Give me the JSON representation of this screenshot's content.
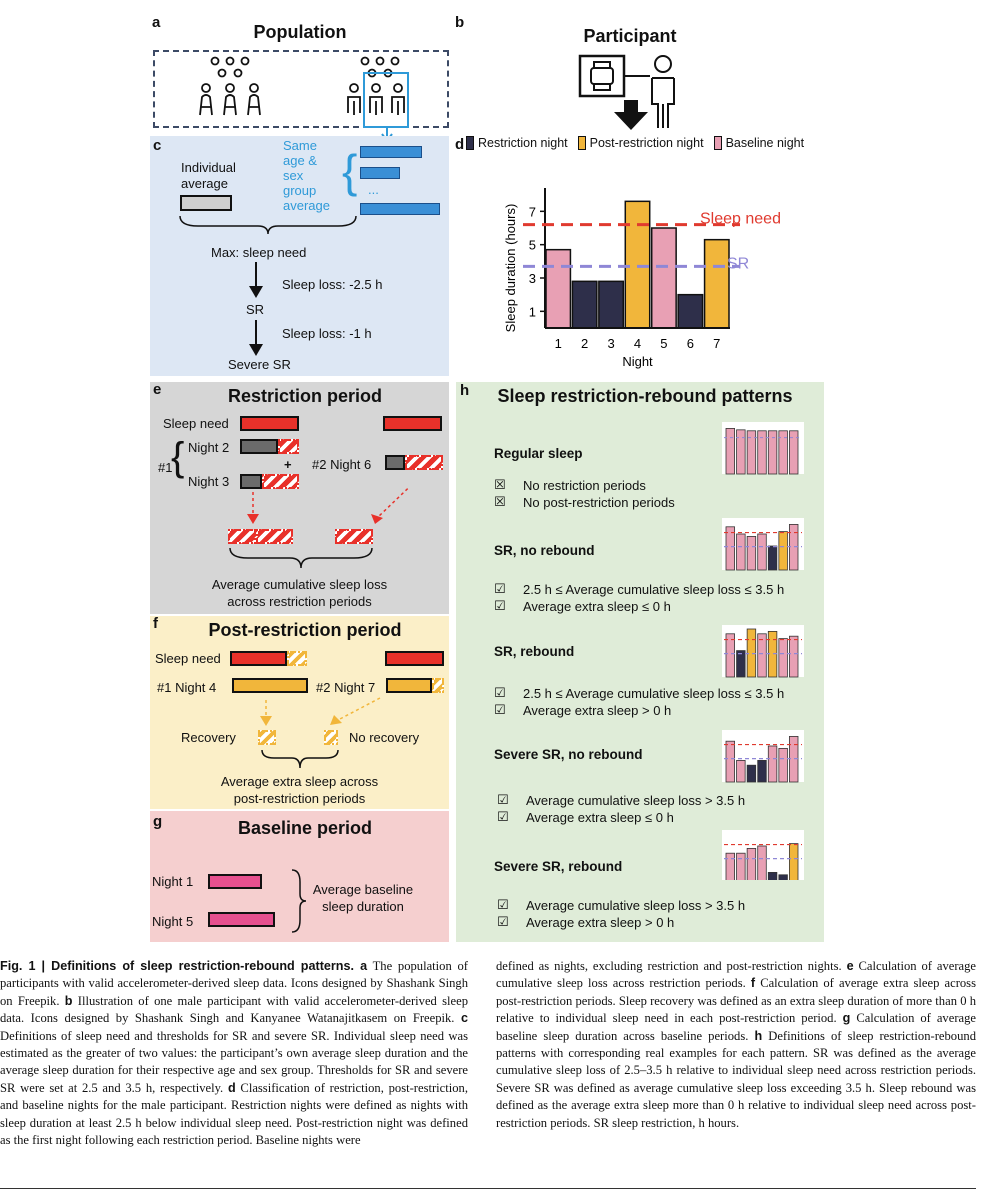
{
  "panels": {
    "a": {
      "letter": "a",
      "title": "Population"
    },
    "b": {
      "letter": "b",
      "title": "Participant"
    },
    "c": {
      "letter": "c",
      "individual": "Individual\naverage",
      "group": "Same\nage &\nsex\ngroup\naverage",
      "ellipsis": "...",
      "max": "Max: sleep need",
      "loss1": "Sleep loss: -2.5 h",
      "sr": "SR",
      "loss2": "Sleep loss: -1 h",
      "severe": "Severe SR"
    },
    "d": {
      "letter": "d"
    },
    "e": {
      "letter": "e",
      "title": "Restriction period",
      "sleep_need": "Sleep need",
      "night2": "Night 2",
      "night3": "Night 3",
      "group1": "#1",
      "group2_night6": "#2 Night 6",
      "plus": "+",
      "avg_line1": "Average cumulative sleep loss",
      "avg_line2": "across restriction periods"
    },
    "f": {
      "letter": "f",
      "title": "Post-restriction period",
      "sleep_need": "Sleep need",
      "night4": "#1 Night 4",
      "night7": "#2 Night 7",
      "recovery": "Recovery",
      "no_recovery": "No recovery",
      "avg_line1": "Average extra sleep across",
      "avg_line2": "post-restriction periods"
    },
    "g": {
      "letter": "g",
      "title": "Baseline period",
      "night1": "Night 1",
      "night5": "Night 5",
      "avg_line1": "Average baseline",
      "avg_line2": "sleep duration"
    },
    "h": {
      "letter": "h",
      "title": "Sleep restriction-rebound patterns",
      "patterns": [
        {
          "name": "Regular sleep",
          "c1": "No restriction periods",
          "c2": "No post-restriction periods",
          "mark": "☒"
        },
        {
          "name": "SR, no rebound",
          "c1": "2.5 h ≤ Average cumulative sleep loss ≤ 3.5 h",
          "c2": "Average extra sleep ≤ 0 h",
          "mark": "☑"
        },
        {
          "name": "SR, rebound",
          "c1": "2.5 h ≤ Average cumulative sleep loss ≤ 3.5 h",
          "c2": "Average extra sleep > 0 h",
          "mark": "☑"
        },
        {
          "name": "Severe SR, no rebound",
          "c1": "Average cumulative sleep loss > 3.5 h",
          "c2": "Average extra sleep ≤ 0 h",
          "mark": "☑"
        },
        {
          "name": "Severe SR, rebound",
          "c1": "Average cumulative sleep loss > 3.5 h",
          "c2": "Average extra sleep > 0 h",
          "mark": "☑"
        }
      ]
    }
  },
  "colors": {
    "restriction": "#2e2f4a",
    "post_restriction": "#f1b63b",
    "baseline": "#e8a0b4",
    "sleep_need_line": "#e03a2f",
    "sr_line": "#8f87d6"
  },
  "chart_data": {
    "type": "bar",
    "categories": [
      "1",
      "2",
      "3",
      "4",
      "5",
      "6",
      "7"
    ],
    "values": [
      4.7,
      2.8,
      2.8,
      7.6,
      6.0,
      2.0,
      5.3
    ],
    "kinds": [
      "baseline",
      "restriction",
      "restriction",
      "post",
      "baseline",
      "restriction",
      "post"
    ],
    "xlabel": "Night",
    "ylabel": "Sleep duration (hours)",
    "yticks": [
      "1",
      "3",
      "5",
      "7"
    ],
    "ylim": [
      0,
      8.4
    ],
    "sleep_need": 6.2,
    "sr_threshold": 3.7,
    "sleep_need_label": "Sleep need",
    "sr_label": "SR",
    "legend": [
      "Restriction night",
      "Post-restriction night",
      "Baseline night"
    ]
  },
  "caption": {
    "col1": [
      {
        "b": "Fig. 1 | Definitions of sleep restriction-rebound patterns. a",
        "t": " The population of participants with valid accelerometer-derived sleep data. Icons designed by Shashank Singh on Freepik. "
      },
      {
        "b": "b",
        "t": " Illustration of one male participant with valid accelerometer-derived sleep data. Icons designed by Shashank Singh and Kanyanee Watanajitkasem on Freepik. "
      },
      {
        "b": "c",
        "t": " Definitions of sleep need and thresholds for SR and severe SR. Individual sleep need was estimated as the greater of two values: the participant’s own average sleep duration and the average sleep duration for their respective age and sex group. Thresholds for SR and severe SR were set at 2.5 and 3.5 h, respectively. "
      },
      {
        "b": "d",
        "t": " Classification of restriction, post-restriction, and baseline nights for the male participant. Restriction nights were defined as nights with sleep duration at least 2.5 h below individual sleep need. Post-restriction night was defined as the first night following each restriction period. Baseline nights were"
      }
    ],
    "col2": [
      {
        "b": "",
        "t": "defined as nights, excluding restriction and post-restriction nights. "
      },
      {
        "b": "e",
        "t": " Calculation of average cumulative sleep loss across restriction periods. "
      },
      {
        "b": "f",
        "t": " Calculation of average extra sleep across post-restriction periods. Sleep recovery was defined as an extra sleep duration of more than 0 h relative to individual sleep need in each post-restriction period. "
      },
      {
        "b": "g",
        "t": " Calculation of average baseline sleep duration across baseline periods. "
      },
      {
        "b": "h",
        "t": " Definitions of sleep restriction-rebound patterns with corresponding real examples for each pattern. SR was defined as the average cumulative sleep loss of 2.5–3.5 h relative to individual sleep need across restriction periods. Severe SR was defined as average cumulative sleep loss exceeding 3.5 h. Sleep rebound was defined as the average extra sleep more than 0 h relative to individual sleep need across post-restriction periods. SR sleep restriction, h hours."
      }
    ]
  }
}
